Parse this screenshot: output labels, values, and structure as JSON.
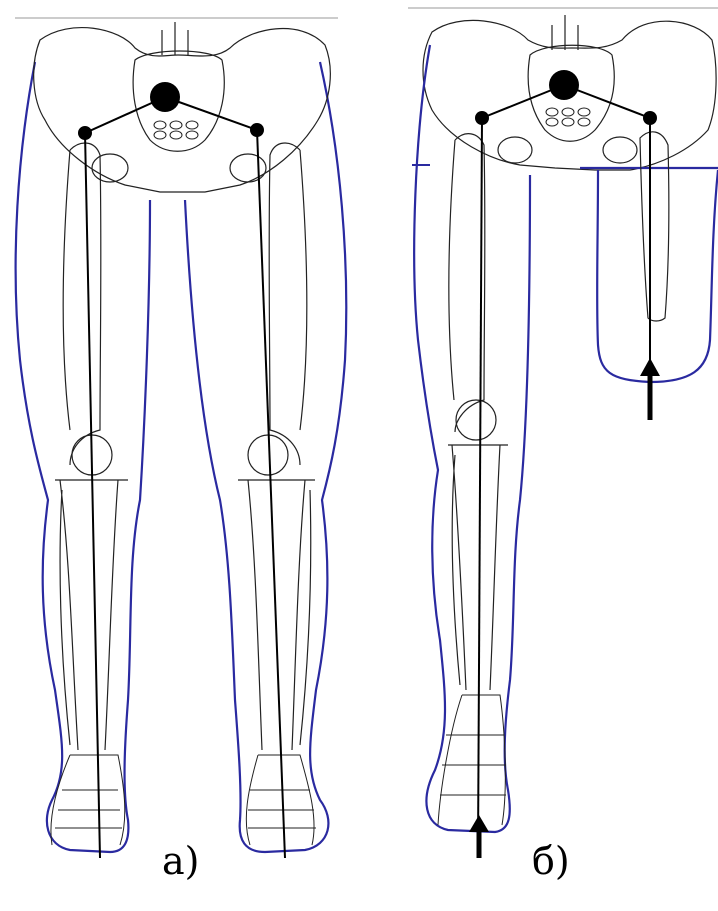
{
  "panels": [
    {
      "id": "a",
      "caption": "а)"
    },
    {
      "id": "b",
      "caption": "б)"
    }
  ],
  "colors": {
    "outline": "#2a2aa0",
    "bone": "#222222",
    "axis": "#000000",
    "background": "#ffffff"
  }
}
